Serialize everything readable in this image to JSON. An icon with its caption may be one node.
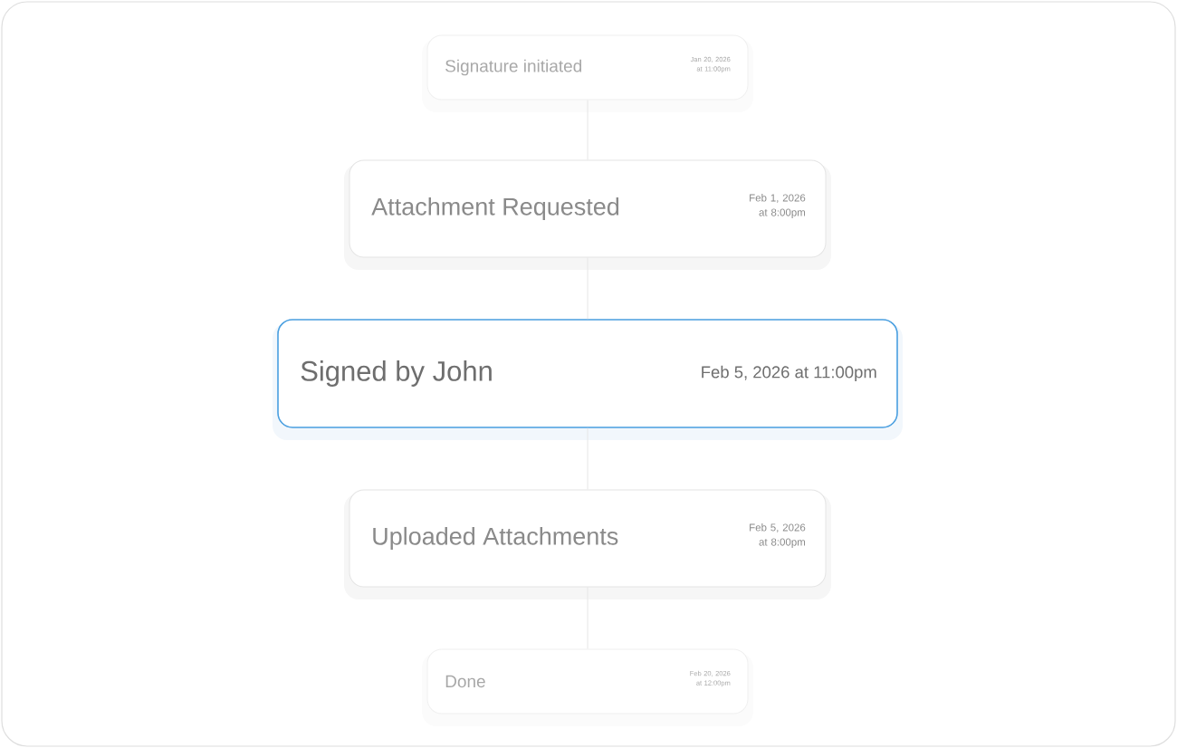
{
  "diagram": {
    "nodes": [
      {
        "text": [
          "Signature initiated",
          "Jan 20, 2026 at 11:00pm"
        ]
      },
      {
        "text": [
          "Attachment Requested",
          "Feb 1, 2026 at 8:00pm"
        ]
      },
      {
        "text": [
          "Signed by John",
          "Feb 5, 2026 at 11:00pm"
        ]
      },
      {
        "text": [
          "Uploaded Attachments",
          "Feb 5, 2026 at 8:00pm"
        ]
      },
      {
        "text": [
          "Done",
          "Feb 20, 2026 at 12:00pm"
        ]
      }
    ],
    "edges": [
      {
        "from": 0,
        "to": 1,
        "arrow": "none"
      },
      {
        "from": 1,
        "to": 2,
        "arrow": "none"
      },
      {
        "from": 2,
        "to": 3,
        "arrow": "none"
      },
      {
        "from": 3,
        "to": 4,
        "arrow": "none"
      }
    ]
  }
}
